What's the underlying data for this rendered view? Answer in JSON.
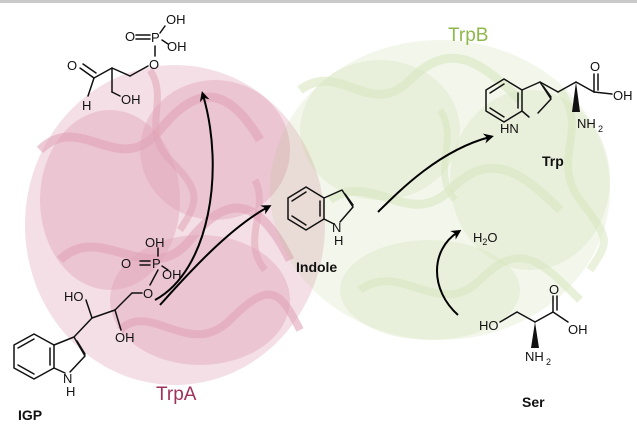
{
  "enzymes": {
    "trpa": {
      "label": "TrpA",
      "color": "#a0325c"
    },
    "trpb": {
      "label": "TrpB",
      "color": "#8fb84c"
    }
  },
  "compounds": {
    "igp": "IGP",
    "indole": "Indole",
    "trp": "Trp",
    "ser": "Ser"
  },
  "byproduct": {
    "h": "H",
    "sub": "2",
    "o": "O"
  },
  "colors": {
    "trpa_protein": "#c85a7e",
    "trpb_protein": "#a9c875",
    "ink": "#111111"
  }
}
